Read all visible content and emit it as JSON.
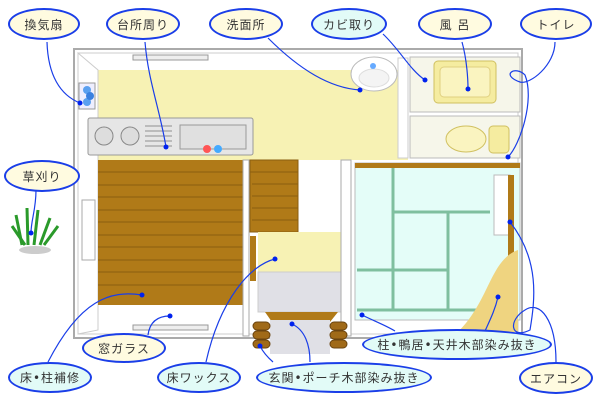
{
  "labels": {
    "ventilation_fan": "換気扇",
    "kitchen": "台所周り",
    "washroom": "洗面所",
    "mold_removal": "カビ取り",
    "bath": "風 呂",
    "toilet": "トイレ",
    "weeding": "草刈り",
    "window_glass": "窓ガラス",
    "floor_pillar_repair": "床•柱補修",
    "floor_wax": "床ワックス",
    "entrance_porch": "玄関•ポーチ木部染み抜き",
    "pillar_lintel_ceiling": "柱•鴨居•天井木部染み抜き",
    "air_conditioner": "エアコン"
  },
  "colors": {
    "leader_line": "#1a3ee8",
    "label_yellow": "#fffbe0",
    "label_cyan": "#e2fbf7",
    "floor_yellow": "#f7f2b4",
    "wood": "#b07a18",
    "tatami": "#e4fdf8"
  }
}
